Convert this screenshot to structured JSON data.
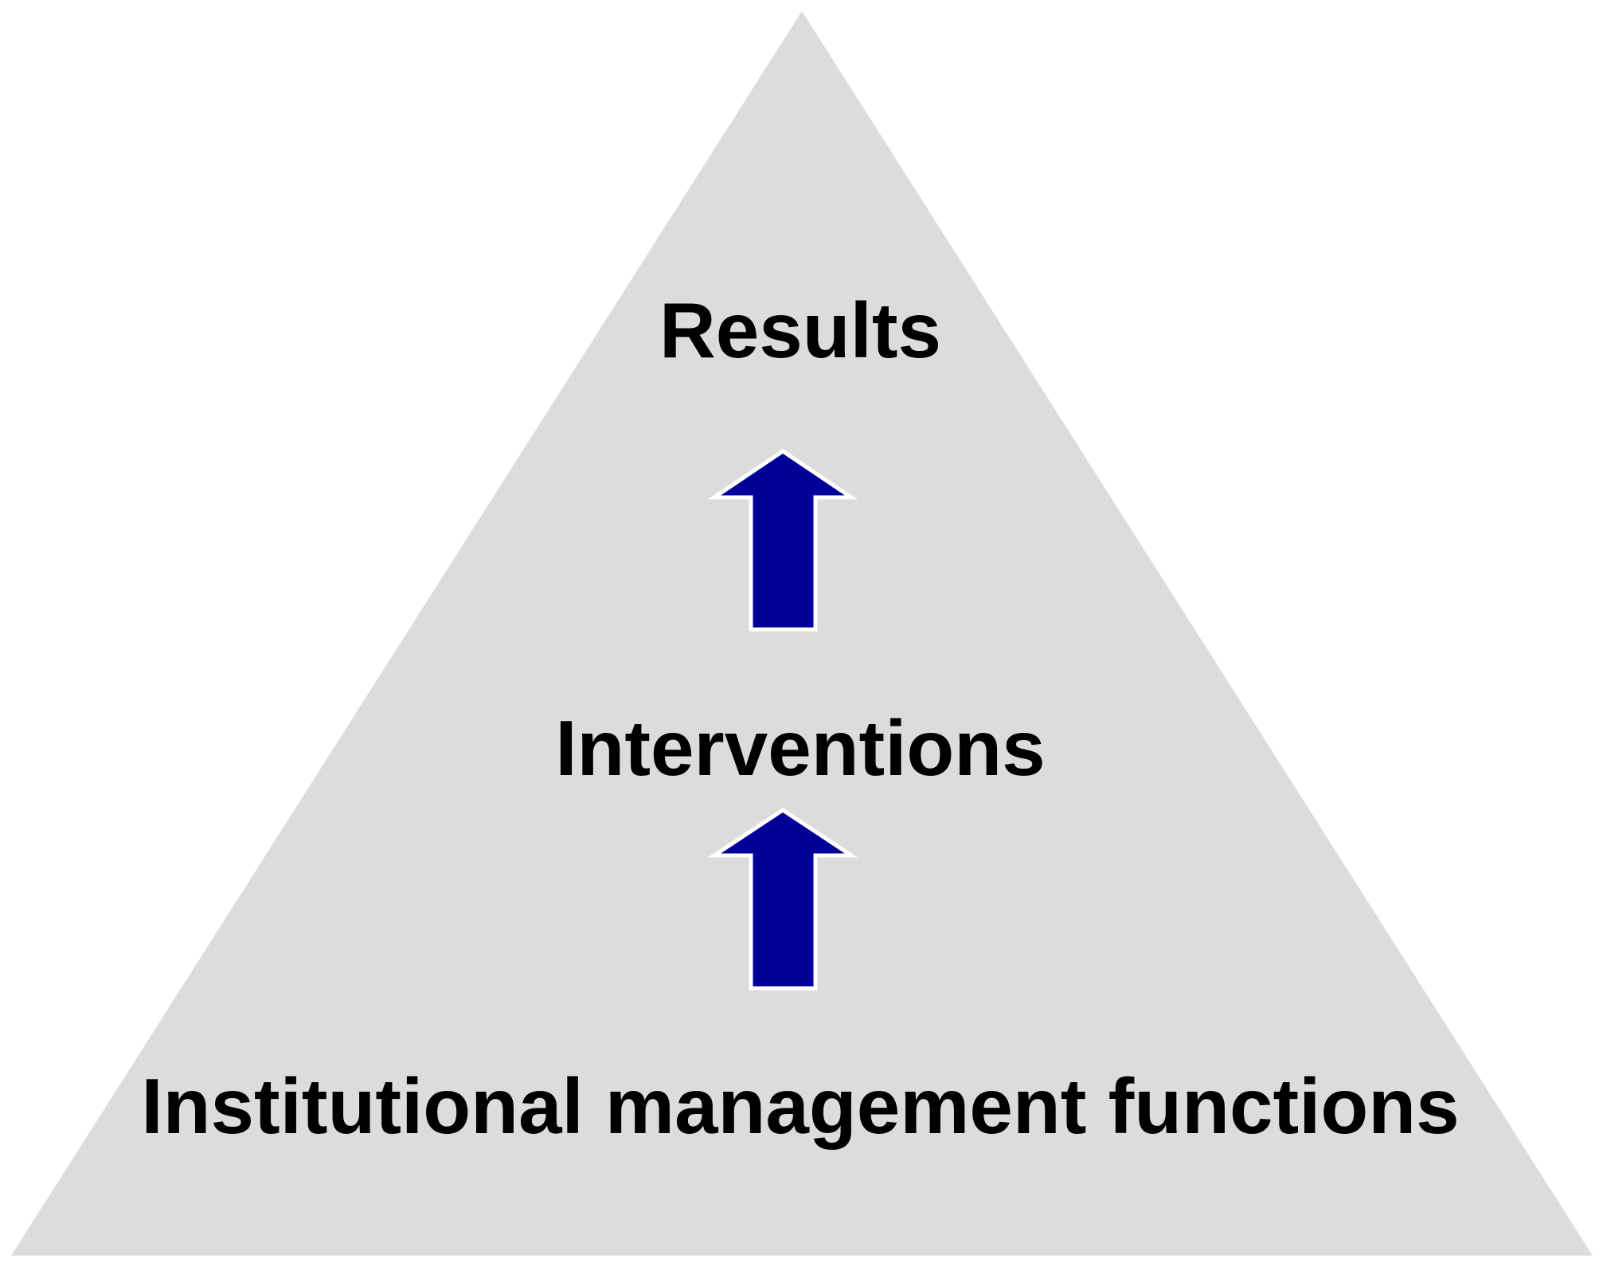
{
  "diagram": {
    "levels": {
      "top": "Results",
      "middle": "Interventions",
      "bottom": "Institutional management functions"
    }
  },
  "colors": {
    "pyramid_fill": "#dcdcdc",
    "arrow_fill": "#000099",
    "arrow_outline": "#ffffff",
    "text": "#000000"
  }
}
